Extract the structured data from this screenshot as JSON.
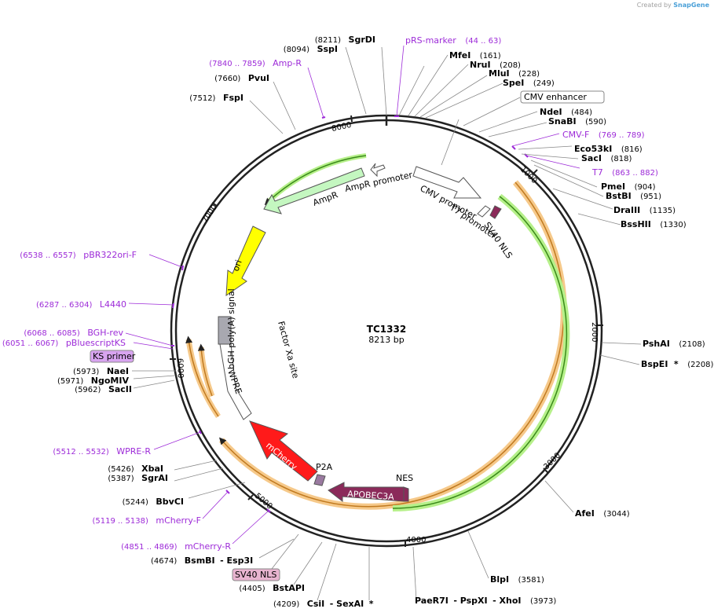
{
  "credit": {
    "prefix": "Created by",
    "brand": "SnapGene"
  },
  "plasmid": {
    "name": "TC1332",
    "size": "8213 bp"
  },
  "ticks": [
    "1000",
    "2000",
    "3000",
    "4000",
    "5000",
    "6000",
    "7000",
    "8000"
  ],
  "features": {
    "cmv_enhancer": "CMV enhancer",
    "cmv_promoter": "CMV promoter",
    "t7_promoter": "T7 promoter",
    "sv40_nls": "SV40 NLS",
    "nes": "NES",
    "apobec3a": "APOBEC3A",
    "p2a": "P2A",
    "mcherry": "mCherry",
    "wpre": "WPRE",
    "bgh": "bGH poly(A) signal",
    "factor_xa": "Factor Xa site",
    "ori": "ori",
    "ampr": "AmpR",
    "ampr_promoter": "AmpR promoter",
    "ks_primer": "KS primer",
    "sv40_nls_box": "SV40 NLS"
  },
  "right_labels": [
    {
      "name": "MfeI",
      "pos": "(161)"
    },
    {
      "name": "NruI",
      "pos": "(208)"
    },
    {
      "name": "MluI",
      "pos": "(228)"
    },
    {
      "name": "SpeI",
      "pos": "(249)"
    },
    {
      "name": "NdeI",
      "pos": "(484)"
    },
    {
      "name": "SnaBI",
      "pos": "(590)"
    },
    {
      "name": "Eco53kI",
      "pos": "(816)"
    },
    {
      "name": "SacI",
      "pos": "(818)"
    },
    {
      "name": "PmeI",
      "pos": "(904)"
    },
    {
      "name": "BstBI",
      "pos": "(951)"
    },
    {
      "name": "DraIII",
      "pos": "(1135)"
    },
    {
      "name": "BssHII",
      "pos": "(1330)"
    },
    {
      "name": "PshAI",
      "pos": "(2108)"
    },
    {
      "name": "BspEI",
      "pos": "(2208)"
    },
    {
      "name": "AfeI",
      "pos": "(3044)"
    },
    {
      "name": "BlpI",
      "pos": "(3581)"
    }
  ],
  "left_labels": [
    {
      "name": "SgrDI",
      "pos": "(8211)"
    },
    {
      "name": "SspI",
      "pos": "(8094)"
    },
    {
      "name": "PvuI",
      "pos": "(7660)"
    },
    {
      "name": "FspI",
      "pos": "(7512)"
    },
    {
      "name": "NaeI",
      "pos": "(5973)"
    },
    {
      "name": "NgoMIV",
      "pos": "(5971)"
    },
    {
      "name": "SacII",
      "pos": "(5962)"
    },
    {
      "name": "XbaI",
      "pos": "(5426)"
    },
    {
      "name": "SgrAI",
      "pos": "(5387)"
    },
    {
      "name": "BbvCI",
      "pos": "(5244)"
    },
    {
      "name": "BsmBI",
      "pos": "(4674)"
    },
    {
      "name": "BstAPI",
      "pos": "(4405)"
    }
  ],
  "combo_labels": {
    "bspei_star": "*",
    "bsmbi_esp": "- Esp3I",
    "csi_pos": "(4209)",
    "csi": "CsiI",
    "sexai": "- SexAI",
    "sexai_star": "*",
    "paer7i": "PaeR7I",
    "pspxi": "- PspXI",
    "xhoi": "- XhoI",
    "xhoi_pos": "(3973)"
  },
  "primers": [
    {
      "name": "pRS-marker",
      "pos": "(44 .. 63)"
    },
    {
      "name": "CMV-F",
      "pos": "(769 .. 789)"
    },
    {
      "name": "T7",
      "pos": "(863 .. 882)"
    },
    {
      "name": "Amp-R",
      "pos": "(7840 .. 7859)"
    },
    {
      "name": "pBR322ori-F",
      "pos": "(6538 .. 6557)"
    },
    {
      "name": "L4440",
      "pos": "(6287 .. 6304)"
    },
    {
      "name": "BGH-rev",
      "pos": "(6068 .. 6085)"
    },
    {
      "name": "pBluescriptKS",
      "pos": "(6051 .. 6067)"
    },
    {
      "name": "WPRE-R",
      "pos": "(5512 .. 5532)"
    },
    {
      "name": "mCherry-F",
      "pos": "(5119 .. 5138)"
    },
    {
      "name": "mCherry-R",
      "pos": "(4851 .. 4869)"
    }
  ],
  "colors": {
    "backbone": "#222222",
    "primer": "#9d2bd8",
    "orf_orange": "#f6c98a",
    "orf_green": "#b6f08a",
    "mcherry": "#ff1a1a",
    "apobec": "#8b2a5a",
    "ori": "#ffff00",
    "ampr": "#c4f7c0",
    "bgh": "#a8a8b0"
  }
}
